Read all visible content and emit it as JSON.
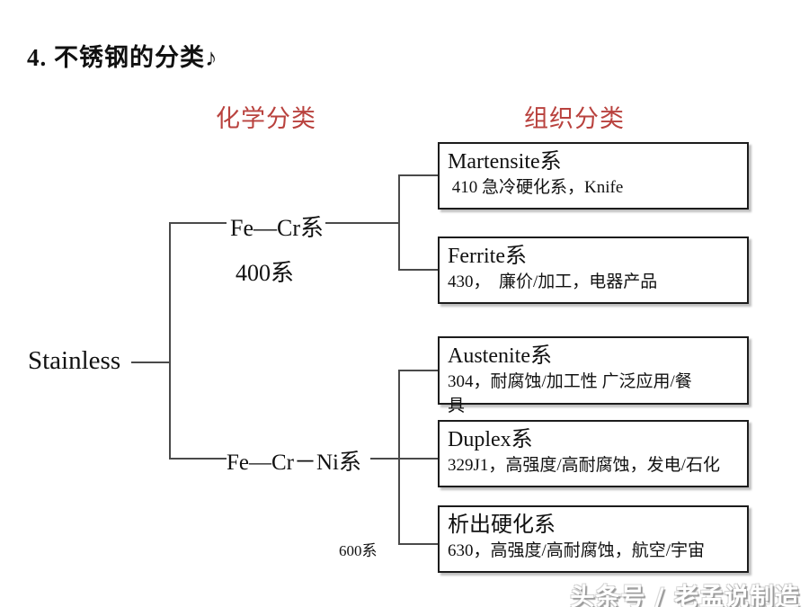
{
  "slide": {
    "title": "4. 不锈钢的分类♪"
  },
  "headers": {
    "chemical": "化学分类",
    "structural": "组织分类"
  },
  "tree": {
    "root": "Stainless",
    "branches": [
      {
        "label": "Fe—Cr系",
        "series": "400系"
      },
      {
        "label": "Fe—Cr－Ni系",
        "series": "600系"
      }
    ]
  },
  "boxes": [
    {
      "title": "Martensite系",
      "desc": " 410 急冷硬化系，Knife"
    },
    {
      "title": "Ferrite系",
      "desc": "430，  廉价/加工，电器产品"
    },
    {
      "title": "Austenite系",
      "desc": "304，耐腐蚀/加工性 广泛应用/餐\n具"
    },
    {
      "title": "Duplex系",
      "desc": "329J1，高强度/高耐腐蚀，发电/石化"
    },
    {
      "title": "析出硬化系",
      "desc": "630，高强度/高耐腐蚀，航空/宇宙"
    }
  ],
  "watermark": "头条号 / 老孟说制造",
  "colors": {
    "header_red": "#B9423E",
    "line": "#4a4a4a",
    "box_border": "#1c1c1c",
    "background": "#ffffff"
  }
}
